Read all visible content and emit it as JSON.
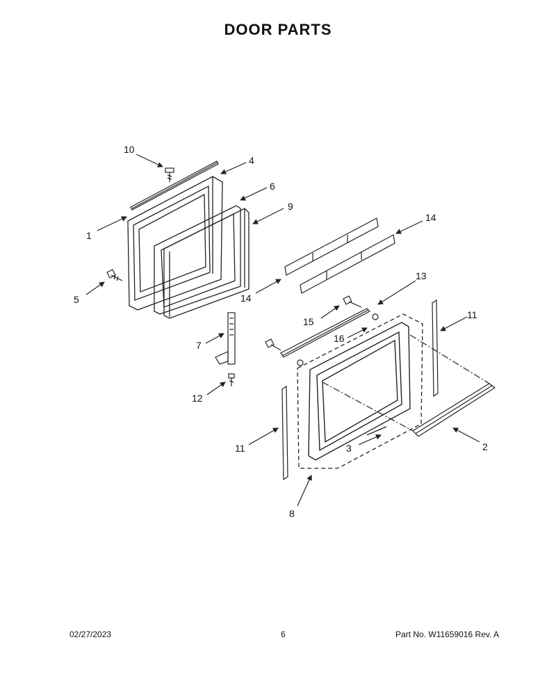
{
  "title": "DOOR PARTS",
  "callouts": {
    "c1": "1",
    "c2": "2",
    "c3": "3",
    "c4": "4",
    "c5": "5",
    "c6": "6",
    "c7": "7",
    "c8": "8",
    "c9": "9",
    "c10": "10",
    "c11a": "11",
    "c11b": "11",
    "c12": "12",
    "c13": "13",
    "c14a": "14",
    "c14b": "14",
    "c15": "15",
    "c16": "16"
  },
  "footer": {
    "date": "02/27/2023",
    "page": "6",
    "part": "Part No.  W11659016  Rev.  A"
  },
  "colors": {
    "line": "#222222",
    "text": "#111111",
    "background": "#ffffff"
  }
}
